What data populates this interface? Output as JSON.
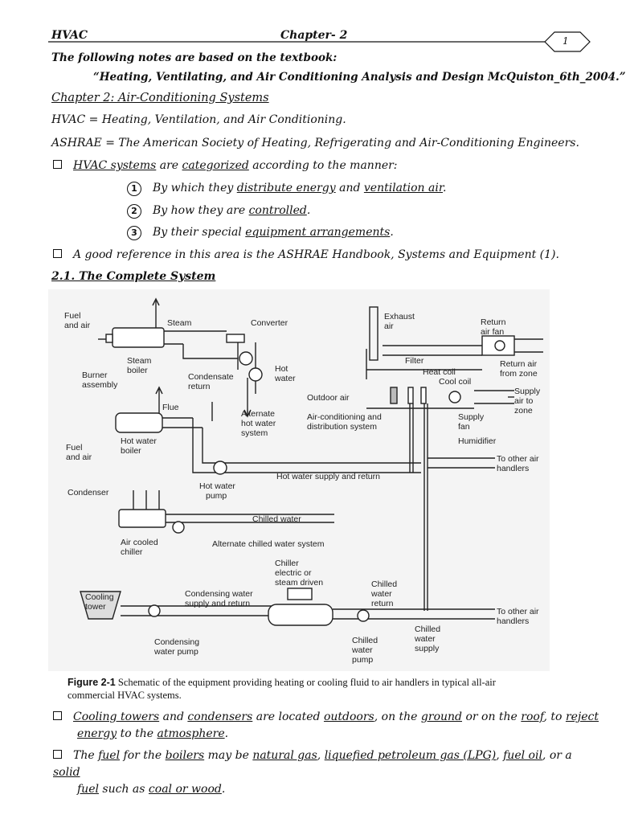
{
  "header": {
    "left": "HVAC",
    "center": "Chapter- 2",
    "page_number": "1"
  },
  "intro": {
    "line1": "The following notes are based on the textbook:",
    "line2": "“Heating, Ventilating, and Air Conditioning Analysis and Design McQuiston_6th_2004.”"
  },
  "chapter_title": "Chapter 2: Air-Conditioning Systems",
  "defs": {
    "hvac": "HVAC = Heating, Ventilation, and Air Conditioning.",
    "ashrae": "ASHRAE = The American Society of Heating, Refrigerating and Air-Conditioning Engineers."
  },
  "bullet1": {
    "term1": "HVAC systems",
    "mid": " are ",
    "term2": "categorized",
    "rest": " according to the manner:"
  },
  "items": [
    {
      "num": "1",
      "pre": "By which they ",
      "u1": "distribute energy",
      "mid": " and ",
      "u2": "ventilation air",
      "post": "."
    },
    {
      "num": "2",
      "pre": "By how they are ",
      "u1": "controlled",
      "mid": "",
      "u2": "",
      "post": "."
    },
    {
      "num": "3",
      "pre": "By their special ",
      "u1": "equipment arrangements",
      "mid": "",
      "u2": "",
      "post": "."
    }
  ],
  "bullet2": "A good reference in this area is the ASHRAE Handbook, Systems and Equipment (1).",
  "section_title": "2.1. The Complete System",
  "figure": {
    "labels": {
      "fuel_air_1": "Fuel",
      "fuel_air_1b": "and air",
      "steam": "Steam",
      "converter": "Converter",
      "steam_boiler_1": "Steam",
      "steam_boiler_2": "boiler",
      "burner_1": "Burner",
      "burner_2": "assembly",
      "condensate_1": "Condensate",
      "condensate_2": "return",
      "hot_water_1": "Hot",
      "hot_water_2": "water",
      "flue": "Flue",
      "alt_hw_1": "Alternate",
      "alt_hw_2": "hot water",
      "alt_hw_3": "system",
      "hw_boiler_1": "Hot water",
      "hw_boiler_2": "boiler",
      "fuel_air_2": "Fuel",
      "fuel_air_2b": "and air",
      "exhaust_1": "Exhaust",
      "exhaust_2": "air",
      "return_fan_1": "Return",
      "return_fan_2": "air fan",
      "filter": "Filter",
      "heat_coil": "Heat coil",
      "cool_coil": "Cool coil",
      "return_zone_1": "Return air",
      "return_zone_2": "from zone",
      "outdoor_air": "Outdoor air",
      "supply_1": "Supply",
      "supply_2": "air to",
      "supply_3": "zone",
      "ac_dist_1": "Air-conditioning and",
      "ac_dist_2": "distribution system",
      "supply_fan_1": "Supply",
      "supply_fan_2": "fan",
      "humidifier": "Humidifier",
      "other_air_1a": "To other air",
      "other_air_1b": "handlers",
      "hw_supply_return": "Hot water supply and return",
      "hw_pump_1": "Hot water",
      "hw_pump_2": "pump",
      "condenser": "Condenser",
      "chilled_water": "Chilled water",
      "air_cooled_1": "Air cooled",
      "air_cooled_2": "chiller",
      "alt_chilled": "Alternate chilled water system",
      "chiller_1": "Chiller",
      "chiller_2": "electric or",
      "chiller_3": "steam driven",
      "chw_return_1": "Chilled",
      "chw_return_2": "water",
      "chw_return_3": "return",
      "cooling_tower_1": "Cooling",
      "cooling_tower_2": "tower",
      "cond_water_1": "Condensing water",
      "cond_water_2": "supply and return",
      "other_air_2a": "To other air",
      "other_air_2b": "handlers",
      "cond_pump_1": "Condensing",
      "cond_pump_2": "water pump",
      "chw_pump_1": "Chilled",
      "chw_pump_2": "water",
      "chw_pump_3": "pump",
      "chw_supply_1": "Chilled",
      "chw_supply_2": "water",
      "chw_supply_3": "supply"
    },
    "caption_label": "Figure 2-1",
    "caption_text": "Schematic of the equipment providing heating or cooling fluid to air handlers in typical all-air",
    "caption_text2": "commercial HVAC systems."
  },
  "bullet3": {
    "u1": "Cooling towers",
    "t1": " and ",
    "u2": "condensers",
    "t2": " are located ",
    "u3": "outdoors",
    "t3": ", on the ",
    "u4": "ground",
    "t4": " or on the ",
    "u5": "roof",
    "t5": ", to ",
    "u6": "reject",
    "u7": "energy",
    "t6": " to the ",
    "u8": "atmosphere",
    "t7": "."
  },
  "bullet4": {
    "t0": "The ",
    "u1": "fuel",
    "t1": " for the ",
    "u2": "boilers",
    "t2": " may be ",
    "u3": "natural gas",
    "t3": ", ",
    "u4": "liquefied petroleum gas (LPG)",
    "t4": ", ",
    "u5": "fuel oil",
    "t5": ", or a ",
    "u6": "solid",
    "u7": "fuel",
    "t6": " such as ",
    "u8": "coal or wood",
    "t7": "."
  }
}
